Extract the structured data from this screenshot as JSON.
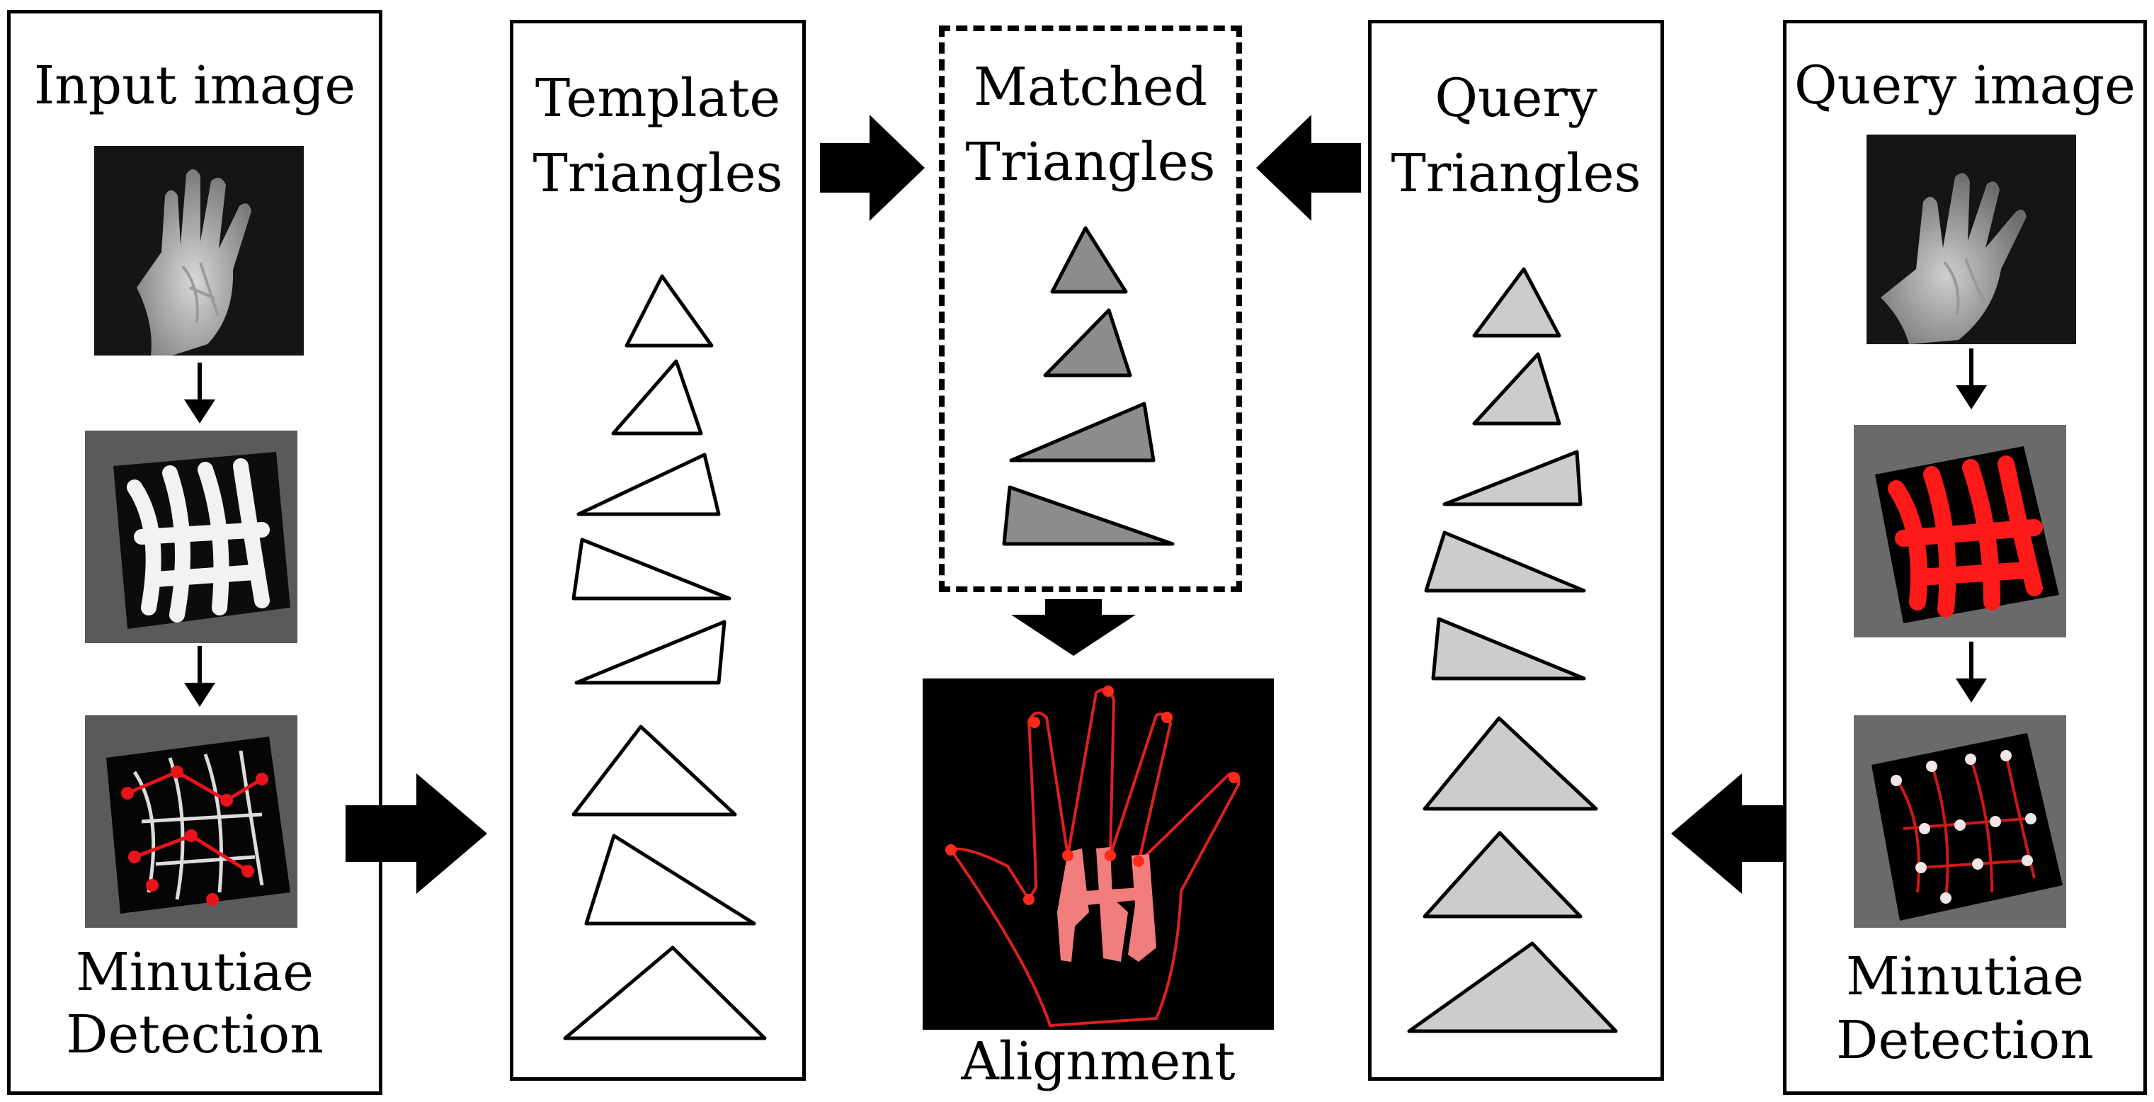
{
  "diagram": {
    "input_panel": {
      "title": "Input image",
      "caption_line1": "Minutiae",
      "caption_line2": "Detection"
    },
    "template_panel": {
      "title_line1": "Template",
      "title_line2": "Triangles"
    },
    "matched_panel": {
      "title_line1": "Matched",
      "title_line2": "Triangles"
    },
    "alignment": {
      "caption": "Alignment"
    },
    "query_triangles_panel": {
      "title_line1": "Query",
      "title_line2": "Triangles"
    },
    "query_panel": {
      "title": "Query image",
      "caption_line1": "Minutiae",
      "caption_line2": "Detection"
    },
    "colors": {
      "template_fill": "#ffffff",
      "matched_fill": "#8c8c8c",
      "query_fill": "#cccccc",
      "vein_red": "#ff1a1a",
      "minutiae_red": "#e8141b",
      "alignment_vein": "#f27d7d"
    }
  }
}
